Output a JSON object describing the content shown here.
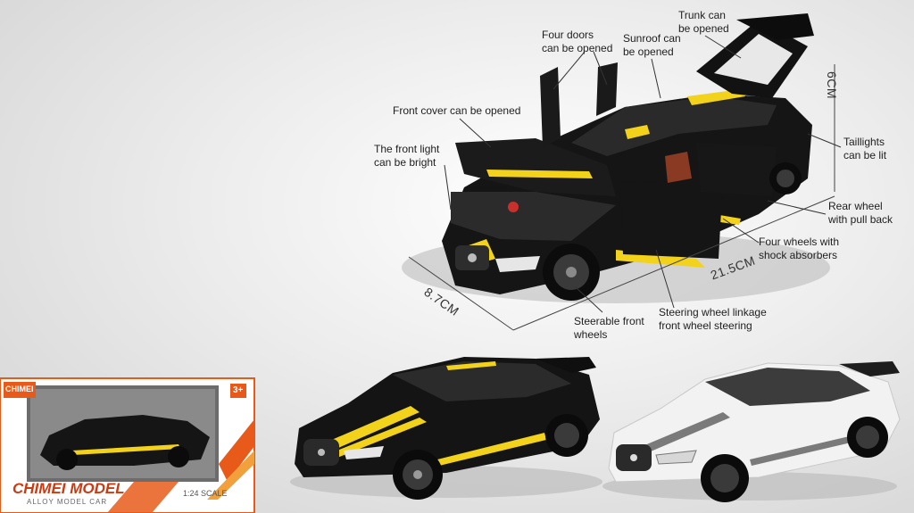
{
  "annotations": {
    "trunk": "Trunk can\nbe opened",
    "doors": "Four doors\ncan be opened",
    "sunroof": "Sunroof can\nbe opened",
    "front_cover": "Front cover can be opened",
    "front_light": "The front light\ncan be bright",
    "taillights": "Taillights\ncan be lit",
    "rear_wheel": "Rear wheel\nwith pull back",
    "shock": "Four wheels with\nshock absorbers",
    "steerable": "Steerable front\nwheels",
    "linkage": "Steering wheel linkage\nfront wheel steering"
  },
  "dimensions": {
    "height": "6CM",
    "length": "21.5CM",
    "width": "8.7CM"
  },
  "box": {
    "logo_small": "CHIMEI",
    "age": "3+",
    "brand": "CHIMEI MODEL",
    "subtitle": "ALLOY MODEL CAR",
    "scale": "1:24 SCALE"
  },
  "colors": {
    "car_black": "#141414",
    "stripe_yellow": "#f2d21b",
    "car_white": "#f2f2f2",
    "box_orange": "#e85a1a"
  }
}
